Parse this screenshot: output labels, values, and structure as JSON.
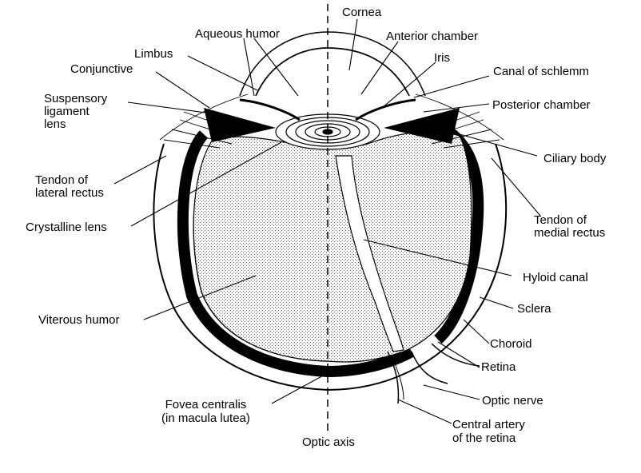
{
  "labels": {
    "cornea": "Cornea",
    "aqueous_humor": "Aqueous humor",
    "anterior_chamber": "Anterior chamber",
    "limbus": "Limbus",
    "iris": "Iris",
    "conjunctive": "Conjunctive",
    "canal_of_schlemm": "Canal of schlemm",
    "suspensory_ligament_lens": [
      "Suspensory",
      "ligament",
      "lens"
    ],
    "posterior_chamber": "Posterior chamber",
    "ciliary_body": "Ciliary body",
    "tendon_lateral_rectus": [
      "Tendon of",
      "lateral rectus"
    ],
    "crystalline_lens": "Crystalline lens",
    "tendon_medial_rectus": [
      "Tendon of",
      "medial rectus"
    ],
    "hyloid_canal": "Hyloid canal",
    "viterous_humor": "Viterous humor",
    "sclera": "Sclera",
    "choroid": "Choroid",
    "retina": "Retina",
    "optic_nerve": "Optic nerve",
    "fovea_centralis": [
      "Fovea centralis",
      "(in macula lutea)"
    ],
    "central_artery": [
      "Central artery",
      "of the retina"
    ],
    "optic_axis": "Optic axis"
  },
  "colors": {
    "ink": "#000000",
    "background": "#ffffff",
    "stipple": "#9a9a9a"
  }
}
